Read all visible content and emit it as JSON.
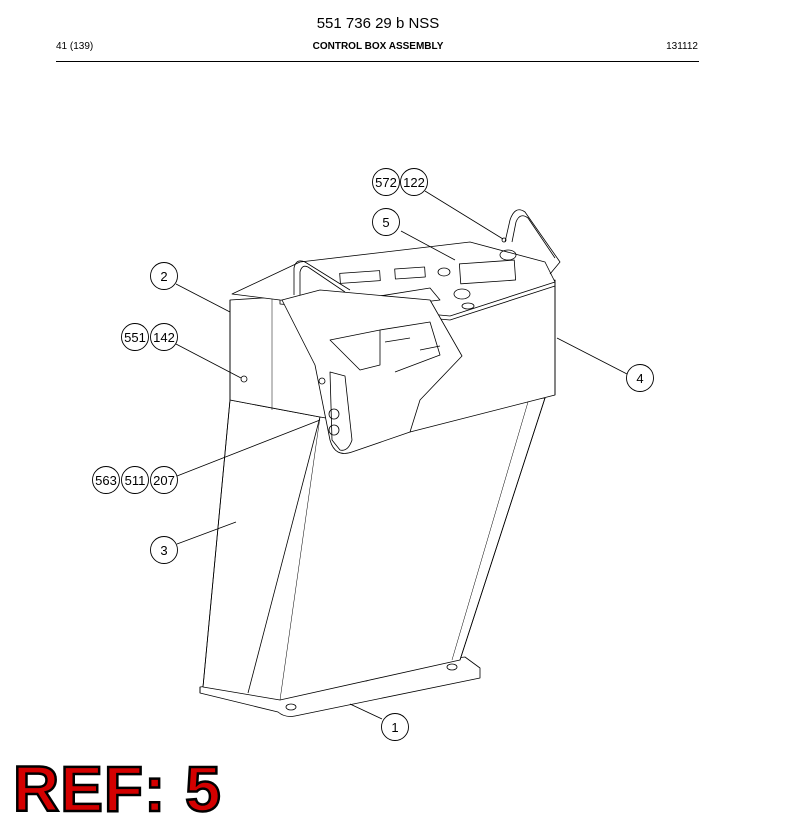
{
  "header": {
    "doc_number": "551 736 29 b NSS",
    "page": "41 (139)",
    "title": "CONTROL BOX ASSEMBLY",
    "code": "131112"
  },
  "callouts": [
    {
      "id": "c1",
      "labels": [
        "1"
      ]
    },
    {
      "id": "c2",
      "labels": [
        "2"
      ]
    },
    {
      "id": "c3",
      "labels": [
        "3"
      ]
    },
    {
      "id": "c4",
      "labels": [
        "4"
      ]
    },
    {
      "id": "c5",
      "labels": [
        "5"
      ]
    },
    {
      "id": "c572",
      "labels": [
        "572",
        "122"
      ]
    },
    {
      "id": "c551",
      "labels": [
        "551",
        "142"
      ]
    },
    {
      "id": "c563",
      "labels": [
        "563",
        "511",
        "207"
      ]
    }
  ],
  "ref_label": "REF: 5"
}
